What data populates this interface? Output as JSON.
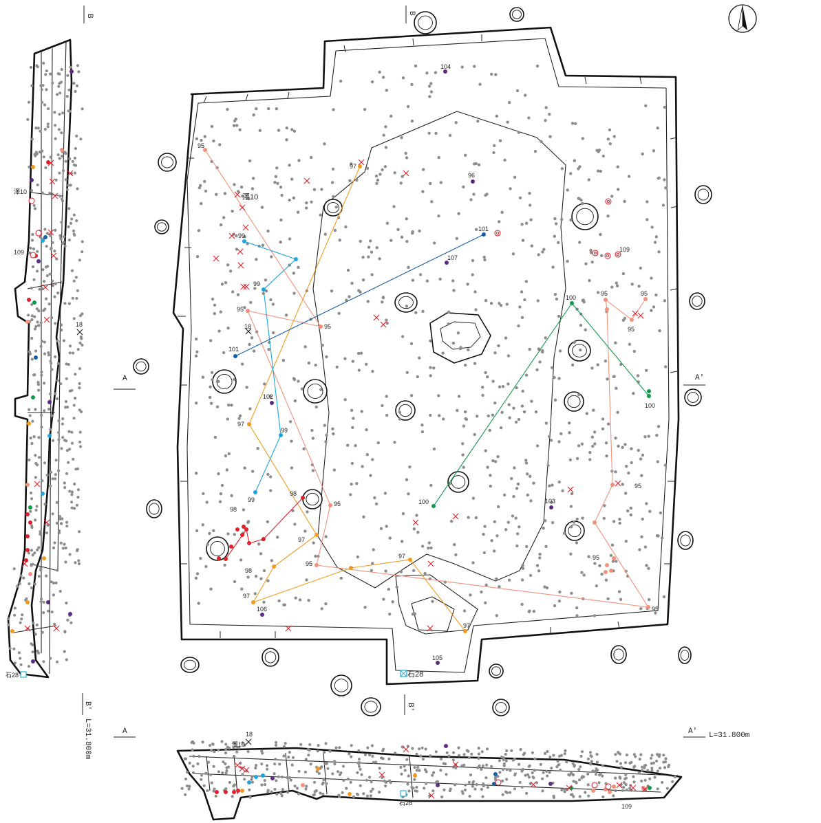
{
  "palette": {
    "gray": "#8c8c8c",
    "red": "#e0202a",
    "orange": "#f39a1e",
    "salmon": "#f2907a",
    "blue": "#1aa6dc",
    "navy": "#1560a8",
    "green": "#0f9a4a",
    "purple": "#5b2a86",
    "cyan": "#2bb3d9"
  },
  "north_arrow": {
    "icon": "north-arrow-icon"
  },
  "section_marks": {
    "A": "A",
    "A_prime": "A'",
    "B": "B",
    "B_prime": "B'",
    "level_AA": "L=31.800m",
    "level_BB": "L=31.800m"
  },
  "plan": {
    "artifact_ids": [
      "95",
      "96",
      "97",
      "98",
      "99",
      "100",
      "101",
      "102",
      "103",
      "104",
      "105",
      "106",
      "107",
      "109"
    ],
    "feature_labels": {
      "sawa10": "澤10",
      "stone28": "石28",
      "pit18": "18"
    },
    "labels": {
      "l95a": "95",
      "l95b": "95",
      "l95c": "95",
      "l95d": "95",
      "l95e": "95",
      "l95f": "95",
      "l95g": "95",
      "l95h": "95",
      "l95i": "95",
      "l95j": "95",
      "l96": "96",
      "l97a": "97",
      "l97b": "97",
      "l97c": "97",
      "l97d": "97",
      "l97e": "97",
      "l97f": "97",
      "l98a": "98",
      "l98b": "98",
      "l98c": "98",
      "l99a": "99",
      "l99b": "99",
      "l99c": "99",
      "l99d": "99",
      "l100a": "100",
      "l100b": "100",
      "l100c": "100",
      "l101a": "101",
      "l101b": "101",
      "l102": "102",
      "l103": "103",
      "l104": "104",
      "l105": "105",
      "l106": "106",
      "l107": "107",
      "l109": "109"
    }
  },
  "section_bb": {
    "sawa10": "澤10",
    "l109": "109",
    "pit18": "18",
    "stone28": "石28"
  },
  "section_aa": {
    "sawa10": "澤10",
    "pit18": "18",
    "stone28": "石28",
    "l109": "109"
  }
}
